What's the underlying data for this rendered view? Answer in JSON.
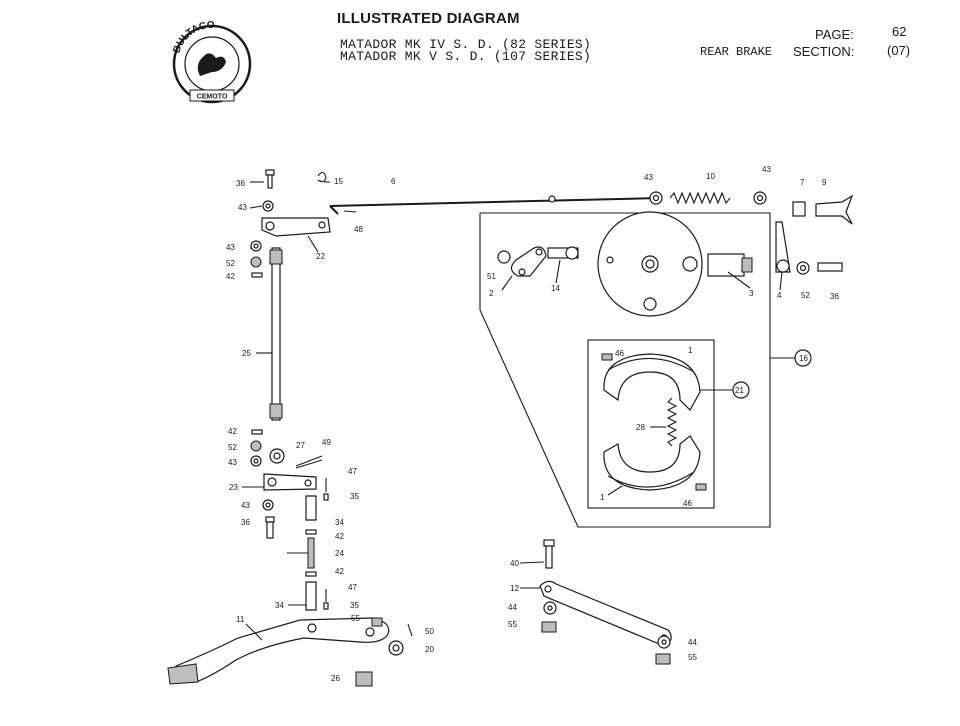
{
  "header": {
    "title": "ILLUSTRATED DIAGRAM",
    "model_line_1": "MATADOR MK IV S. D. (82 SERIES)",
    "model_line_2": "MATADOR MK V S. D. (107 SERIES)",
    "page_label": "PAGE:",
    "page_number": "62",
    "section_name": "REAR BRAKE",
    "section_label": "SECTION:",
    "section_number": "(07)"
  },
  "logo": {
    "icon": "bultaco-logo",
    "text_top": "BULTACO",
    "text_bottom": "CEMOTO"
  },
  "callouts": [
    "36",
    "15",
    "6",
    "43",
    "10",
    "43",
    "7",
    "9",
    "43",
    "48",
    "22",
    "43",
    "52",
    "42",
    "51",
    "2",
    "14",
    "3",
    "4",
    "52",
    "36",
    "25",
    "16",
    "46",
    "1",
    "21",
    "28",
    "42",
    "27",
    "49",
    "52",
    "43",
    "23",
    "47",
    "35",
    "43",
    "36",
    "34",
    "42",
    "24",
    "42",
    "47",
    "34",
    "35",
    "11",
    "55",
    "50",
    "20",
    "26",
    "46",
    "1",
    "40",
    "12",
    "44",
    "55",
    "44",
    "55"
  ]
}
